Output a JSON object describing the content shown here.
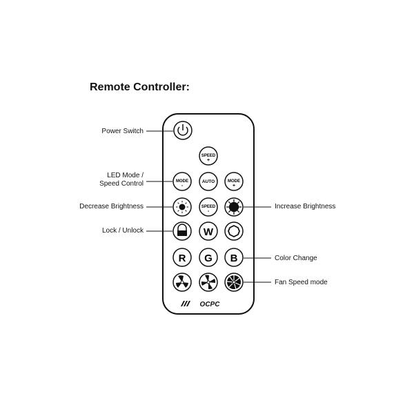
{
  "title": "Remote Controller:",
  "labels": {
    "power": "Power Switch",
    "led_mode_1": "LED Mode /",
    "led_mode_2": "Speed Control",
    "decrease": "Decrease Brightness",
    "lock": "Lock / Unlock",
    "increase": "Increase Brightness",
    "color": "Color Change",
    "fan": "Fan Speed mode"
  },
  "buttons": {
    "speed": "SPEED",
    "plus": "+",
    "minus": "-",
    "mode": "MODE",
    "auto": "AUTO",
    "w": "W",
    "r": "R",
    "g": "G",
    "b": "B"
  },
  "brand": "OCPC"
}
